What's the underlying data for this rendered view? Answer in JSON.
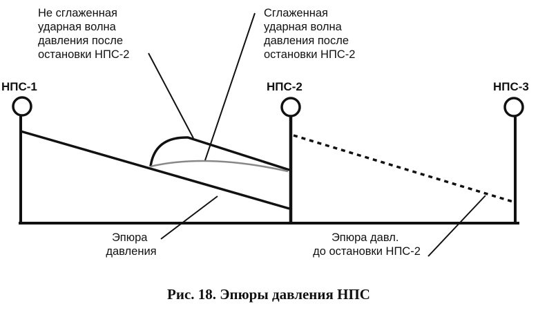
{
  "stations": [
    {
      "id": "nps1",
      "label": "НПС-1"
    },
    {
      "id": "nps2",
      "label": "НПС-2"
    },
    {
      "id": "nps3",
      "label": "НПС-3"
    }
  ],
  "labels": {
    "unsmoothed": [
      "Не сглаженная",
      "ударная волна",
      "давления после",
      "остановки НПС-2"
    ],
    "smoothed": [
      "Сглаженная",
      "ударная волна",
      "давления после",
      "остановки НПС-2"
    ],
    "pressure_profile": [
      "Эпюра",
      "давления"
    ],
    "profile_before_stop": [
      "Эпюра давл.",
      "до остановки НПС-2"
    ]
  },
  "caption": "Рис. 18. Эпюры давления НПС"
}
